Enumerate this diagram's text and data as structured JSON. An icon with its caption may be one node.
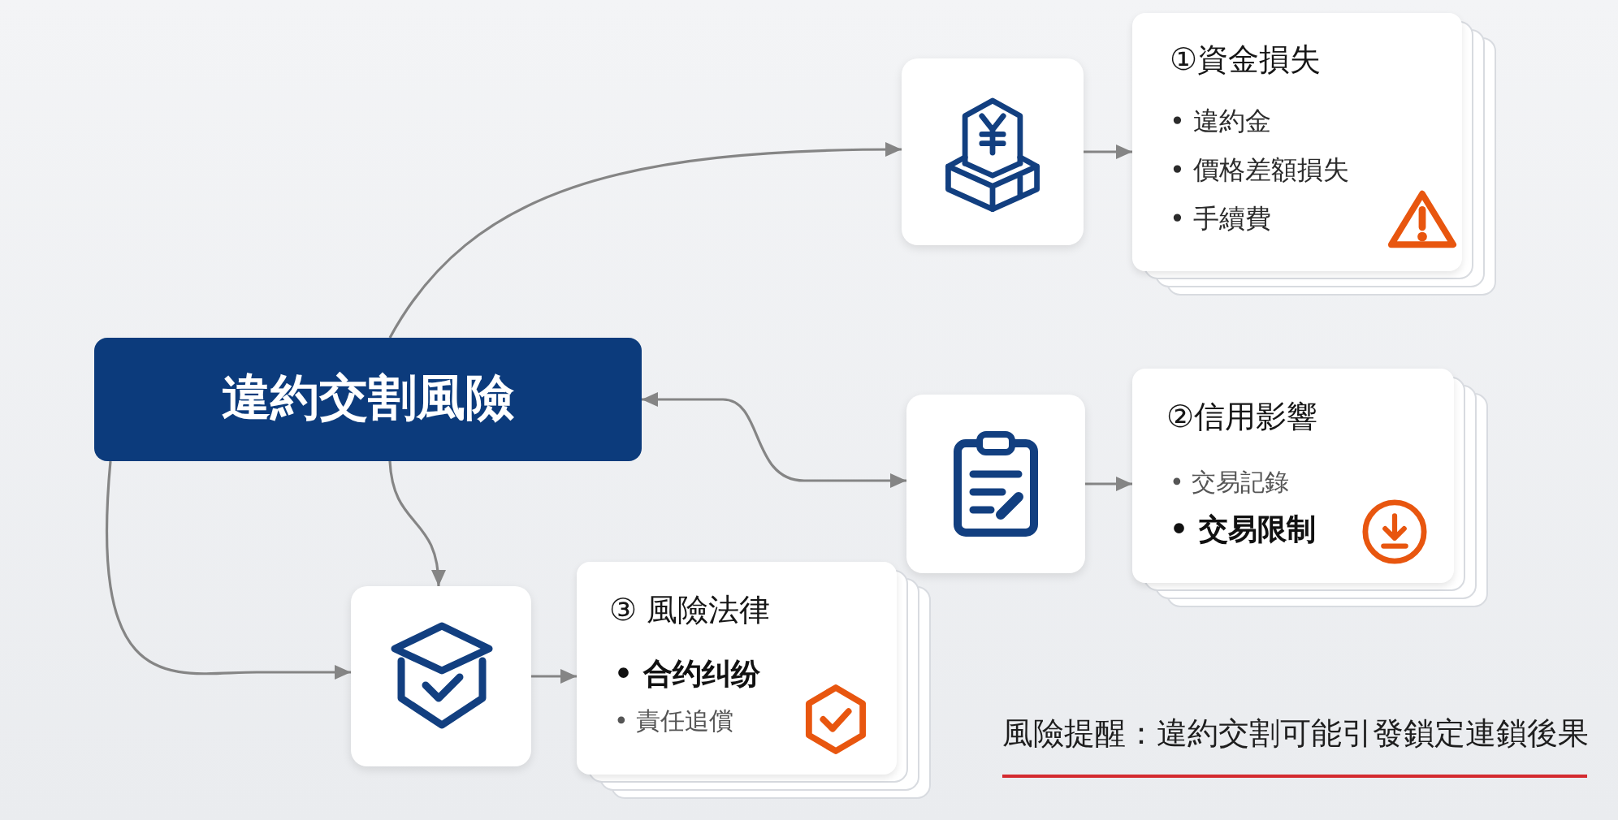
{
  "diagram": {
    "nodes": [
      {
        "text": [
          "違約交割風險"
        ]
      },
      {
        "text": [],
        "shape": "picture"
      },
      {
        "text": [
          "①資金損失",
          "• 違約金",
          "• 價格差額損失",
          "• 手續費"
        ]
      },
      {
        "text": [],
        "shape": "picture"
      },
      {
        "text": [
          "②信用影響",
          "• 交易記錄",
          "• 交易限制"
        ]
      },
      {
        "text": [],
        "shape": "picture"
      },
      {
        "text": [
          "③ 風險法律",
          "• 合约纠纷",
          "• 責任追償"
        ]
      }
    ],
    "edges": [
      {
        "from": 0,
        "to": 1,
        "arrow": "to"
      },
      {
        "from": 1,
        "to": 2,
        "arrow": "to"
      },
      {
        "from": 0,
        "to": 3,
        "arrow": "both"
      },
      {
        "from": 3,
        "to": 4,
        "arrow": "to"
      },
      {
        "from": 0,
        "to": 5,
        "arrow": "to"
      },
      {
        "from": 0,
        "to": 5,
        "arrow": "to"
      },
      {
        "from": 5,
        "to": 6,
        "arrow": "to"
      }
    ],
    "labels": [
      "風險提醒：違約交割可能引發鎖定連鎖後果"
    ]
  }
}
